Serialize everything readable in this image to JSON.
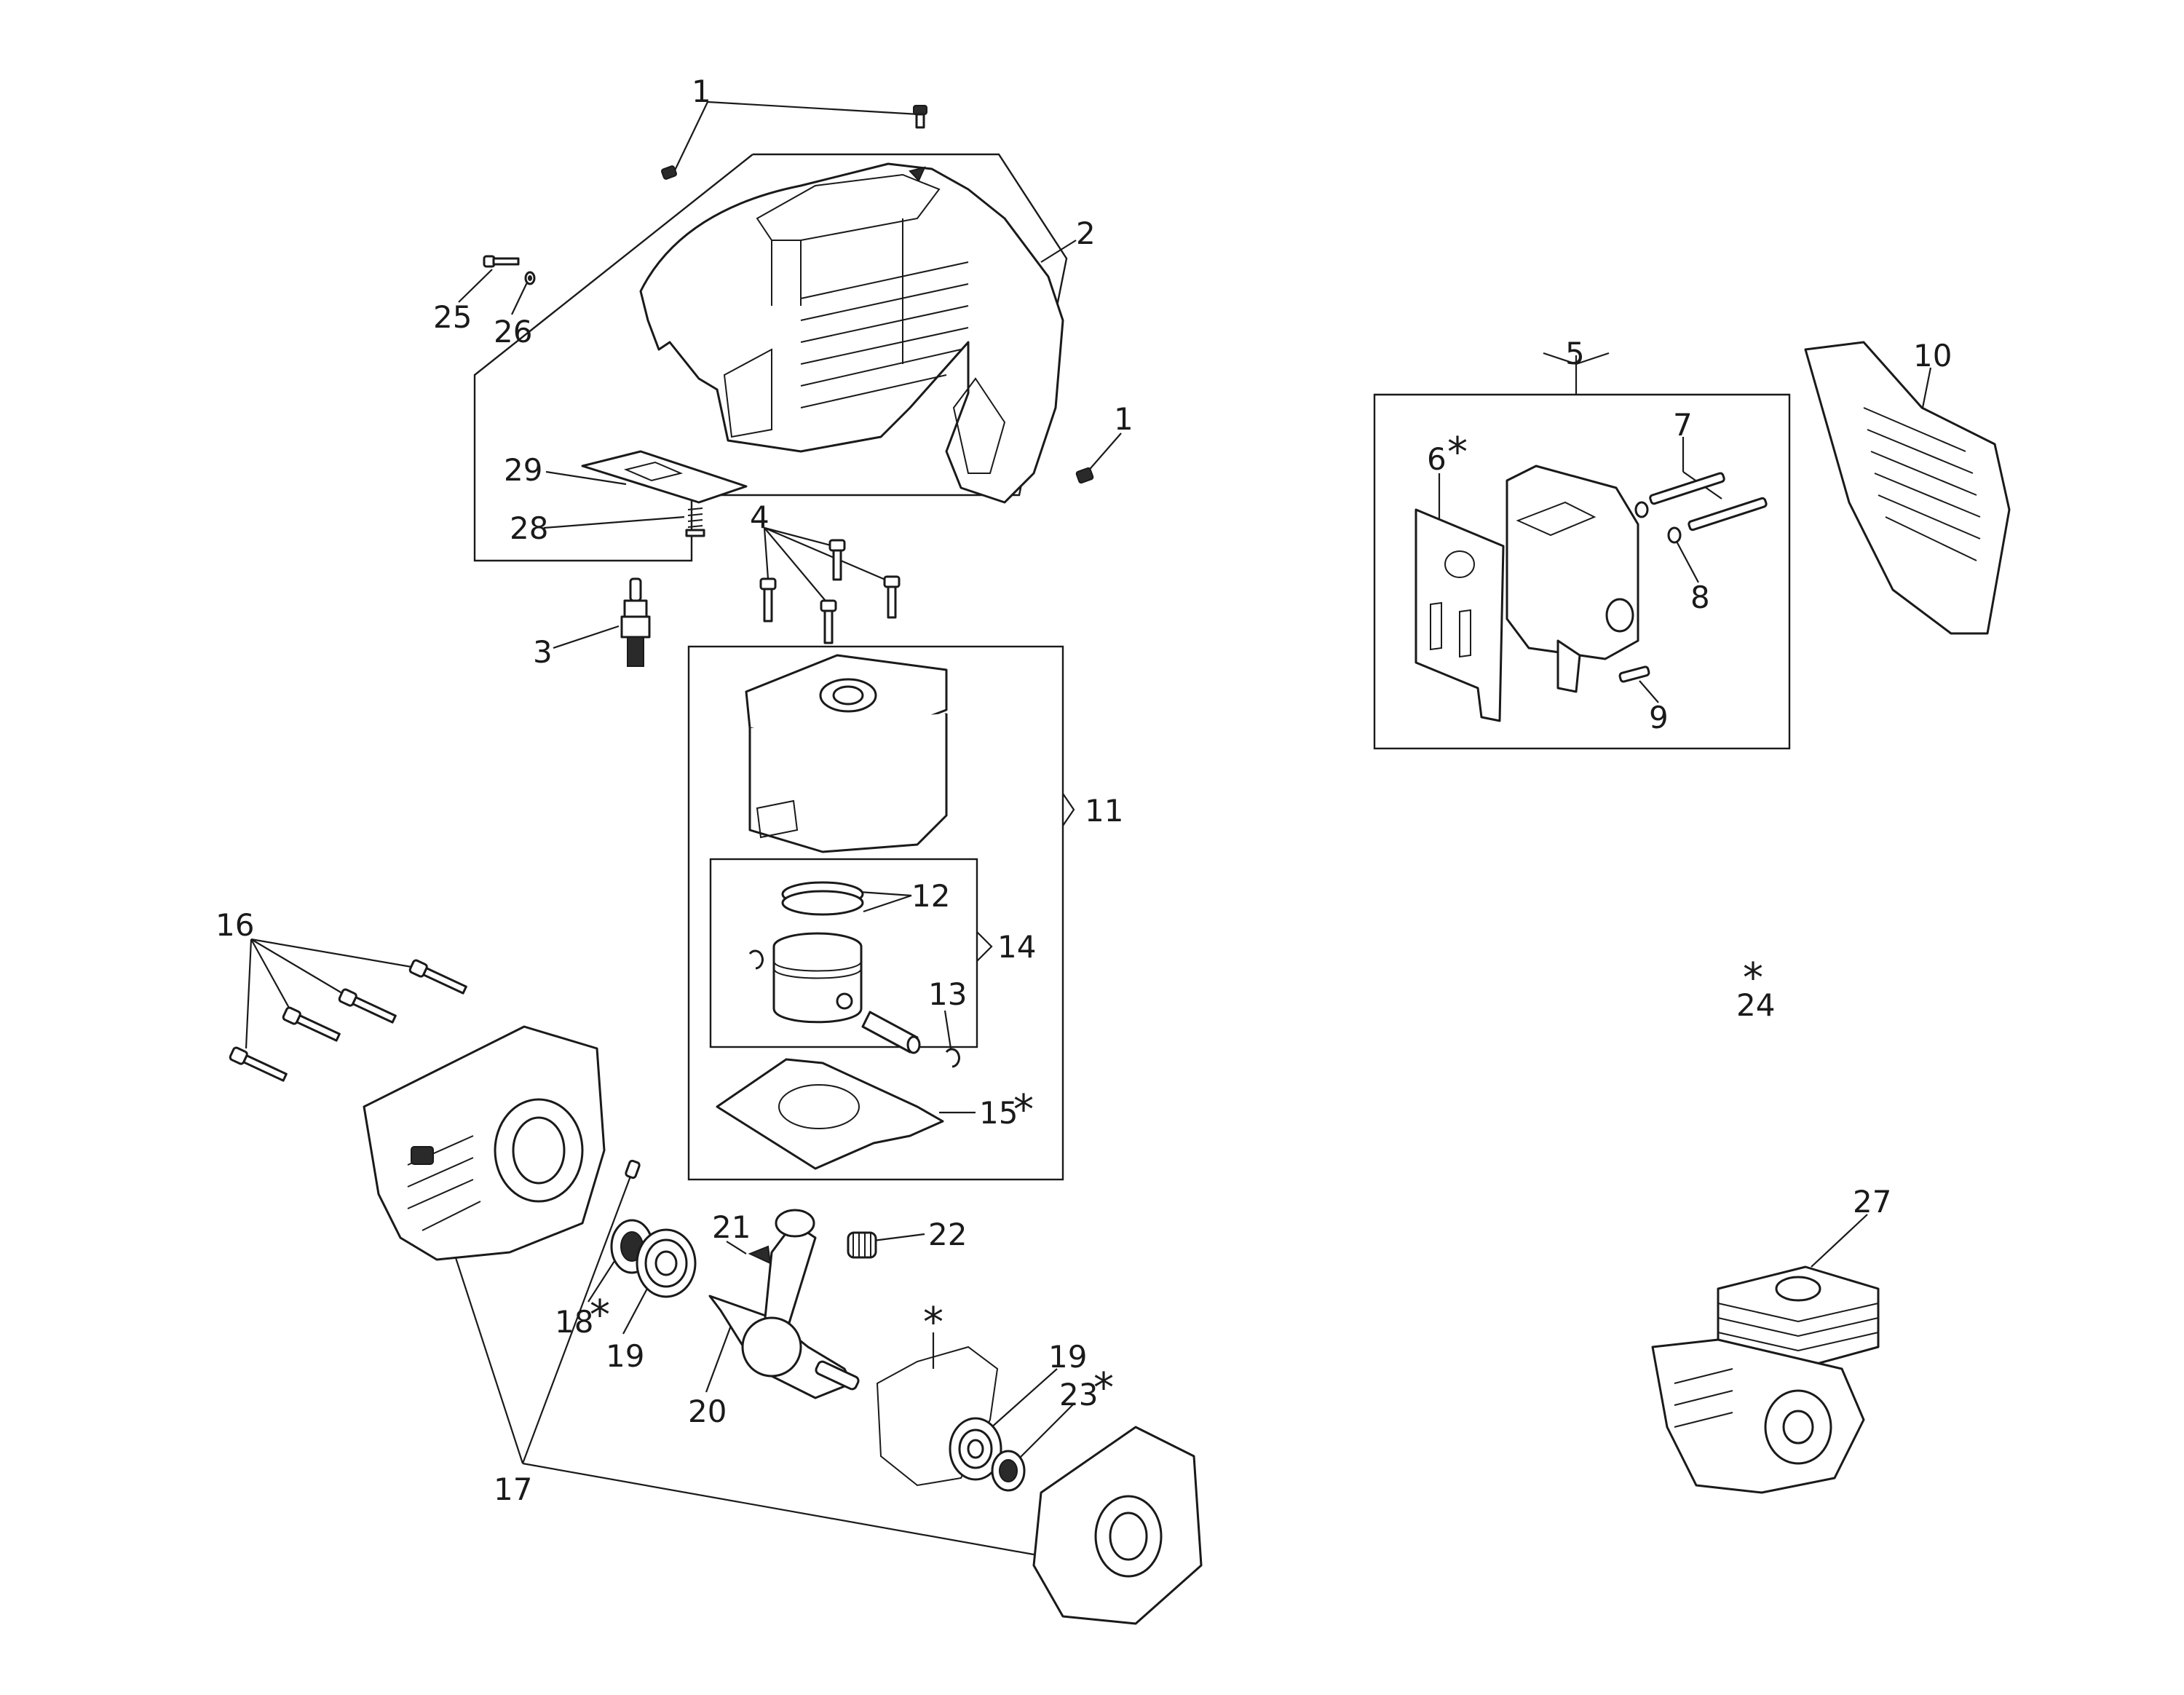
{
  "callouts": {
    "c1a": "1",
    "c1b": "1",
    "c2": "2",
    "c3": "3",
    "c4": "4",
    "c5": "5",
    "c6": "6",
    "c7": "7",
    "c8": "8",
    "c9": "9",
    "c10": "10",
    "c11": "11",
    "c12": "12",
    "c13": "13",
    "c14": "14",
    "c15": "15",
    "c16": "16",
    "c17": "17",
    "c18": "18",
    "c19a": "19",
    "c19b": "19",
    "c20": "20",
    "c21": "21",
    "c22": "22",
    "c23": "23",
    "c24": "24",
    "c25": "25",
    "c26": "26",
    "c27": "27",
    "c28": "28",
    "c29": "29"
  },
  "markers": {
    "asterisk": "*"
  }
}
